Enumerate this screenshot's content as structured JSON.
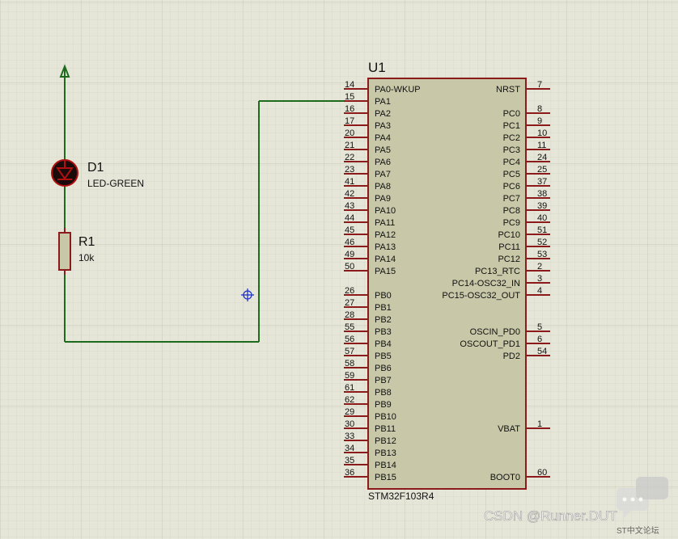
{
  "colors": {
    "grid_bg": "#e6e6d8",
    "grid_line": "#d2d2c4",
    "wire": "#1e6b1e",
    "chip_fill": "#c8c8a8",
    "chip_border": "#8b1a1a",
    "pin": "#8b1a1a",
    "led": "#b01010",
    "text": "#111111"
  },
  "power_terminal": {
    "icon": "power-arrow-icon"
  },
  "led": {
    "ref": "D1",
    "value": "LED-GREEN",
    "icon": "led-diode-icon"
  },
  "resistor": {
    "ref": "R1",
    "value": "10k",
    "icon": "resistor-icon"
  },
  "marker": {
    "icon": "crosshair-icon"
  },
  "chip": {
    "ref": "U1",
    "part": "STM32F103R4",
    "left_pins": [
      {
        "num": "14",
        "name": "PA0-WKUP"
      },
      {
        "num": "15",
        "name": "PA1"
      },
      {
        "num": "16",
        "name": "PA2"
      },
      {
        "num": "17",
        "name": "PA3"
      },
      {
        "num": "20",
        "name": "PA4"
      },
      {
        "num": "21",
        "name": "PA5"
      },
      {
        "num": "22",
        "name": "PA6"
      },
      {
        "num": "23",
        "name": "PA7"
      },
      {
        "num": "41",
        "name": "PA8"
      },
      {
        "num": "42",
        "name": "PA9"
      },
      {
        "num": "43",
        "name": "PA10"
      },
      {
        "num": "44",
        "name": "PA11"
      },
      {
        "num": "45",
        "name": "PA12"
      },
      {
        "num": "46",
        "name": "PA13"
      },
      {
        "num": "49",
        "name": "PA14"
      },
      {
        "num": "50",
        "name": "PA15"
      },
      {
        "num": "26",
        "name": "PB0"
      },
      {
        "num": "27",
        "name": "PB1"
      },
      {
        "num": "28",
        "name": "PB2"
      },
      {
        "num": "55",
        "name": "PB3"
      },
      {
        "num": "56",
        "name": "PB4"
      },
      {
        "num": "57",
        "name": "PB5"
      },
      {
        "num": "58",
        "name": "PB6"
      },
      {
        "num": "59",
        "name": "PB7"
      },
      {
        "num": "61",
        "name": "PB8"
      },
      {
        "num": "62",
        "name": "PB9"
      },
      {
        "num": "29",
        "name": "PB10"
      },
      {
        "num": "30",
        "name": "PB11"
      },
      {
        "num": "33",
        "name": "PB12"
      },
      {
        "num": "34",
        "name": "PB13"
      },
      {
        "num": "35",
        "name": "PB14"
      },
      {
        "num": "36",
        "name": "PB15"
      }
    ],
    "right_pins": [
      {
        "num": "7",
        "name": "NRST"
      },
      {
        "num": "8",
        "name": "PC0"
      },
      {
        "num": "9",
        "name": "PC1"
      },
      {
        "num": "10",
        "name": "PC2"
      },
      {
        "num": "11",
        "name": "PC3"
      },
      {
        "num": "24",
        "name": "PC4"
      },
      {
        "num": "25",
        "name": "PC5"
      },
      {
        "num": "37",
        "name": "PC6"
      },
      {
        "num": "38",
        "name": "PC7"
      },
      {
        "num": "39",
        "name": "PC8"
      },
      {
        "num": "40",
        "name": "PC9"
      },
      {
        "num": "51",
        "name": "PC10"
      },
      {
        "num": "52",
        "name": "PC11"
      },
      {
        "num": "53",
        "name": "PC12"
      },
      {
        "num": "2",
        "name": "PC13_RTC"
      },
      {
        "num": "3",
        "name": "PC14-OSC32_IN"
      },
      {
        "num": "4",
        "name": "PC15-OSC32_OUT"
      },
      {
        "num": "5",
        "name": "OSCIN_PD0"
      },
      {
        "num": "6",
        "name": "OSCOUT_PD1"
      },
      {
        "num": "54",
        "name": "PD2"
      },
      {
        "num": "1",
        "name": "VBAT"
      },
      {
        "num": "60",
        "name": "BOOT0"
      }
    ]
  },
  "watermark": {
    "main": "CSDN @Runner.DUT",
    "sub": "ST中文论坛",
    "icon": "chat-bubble-icon"
  }
}
